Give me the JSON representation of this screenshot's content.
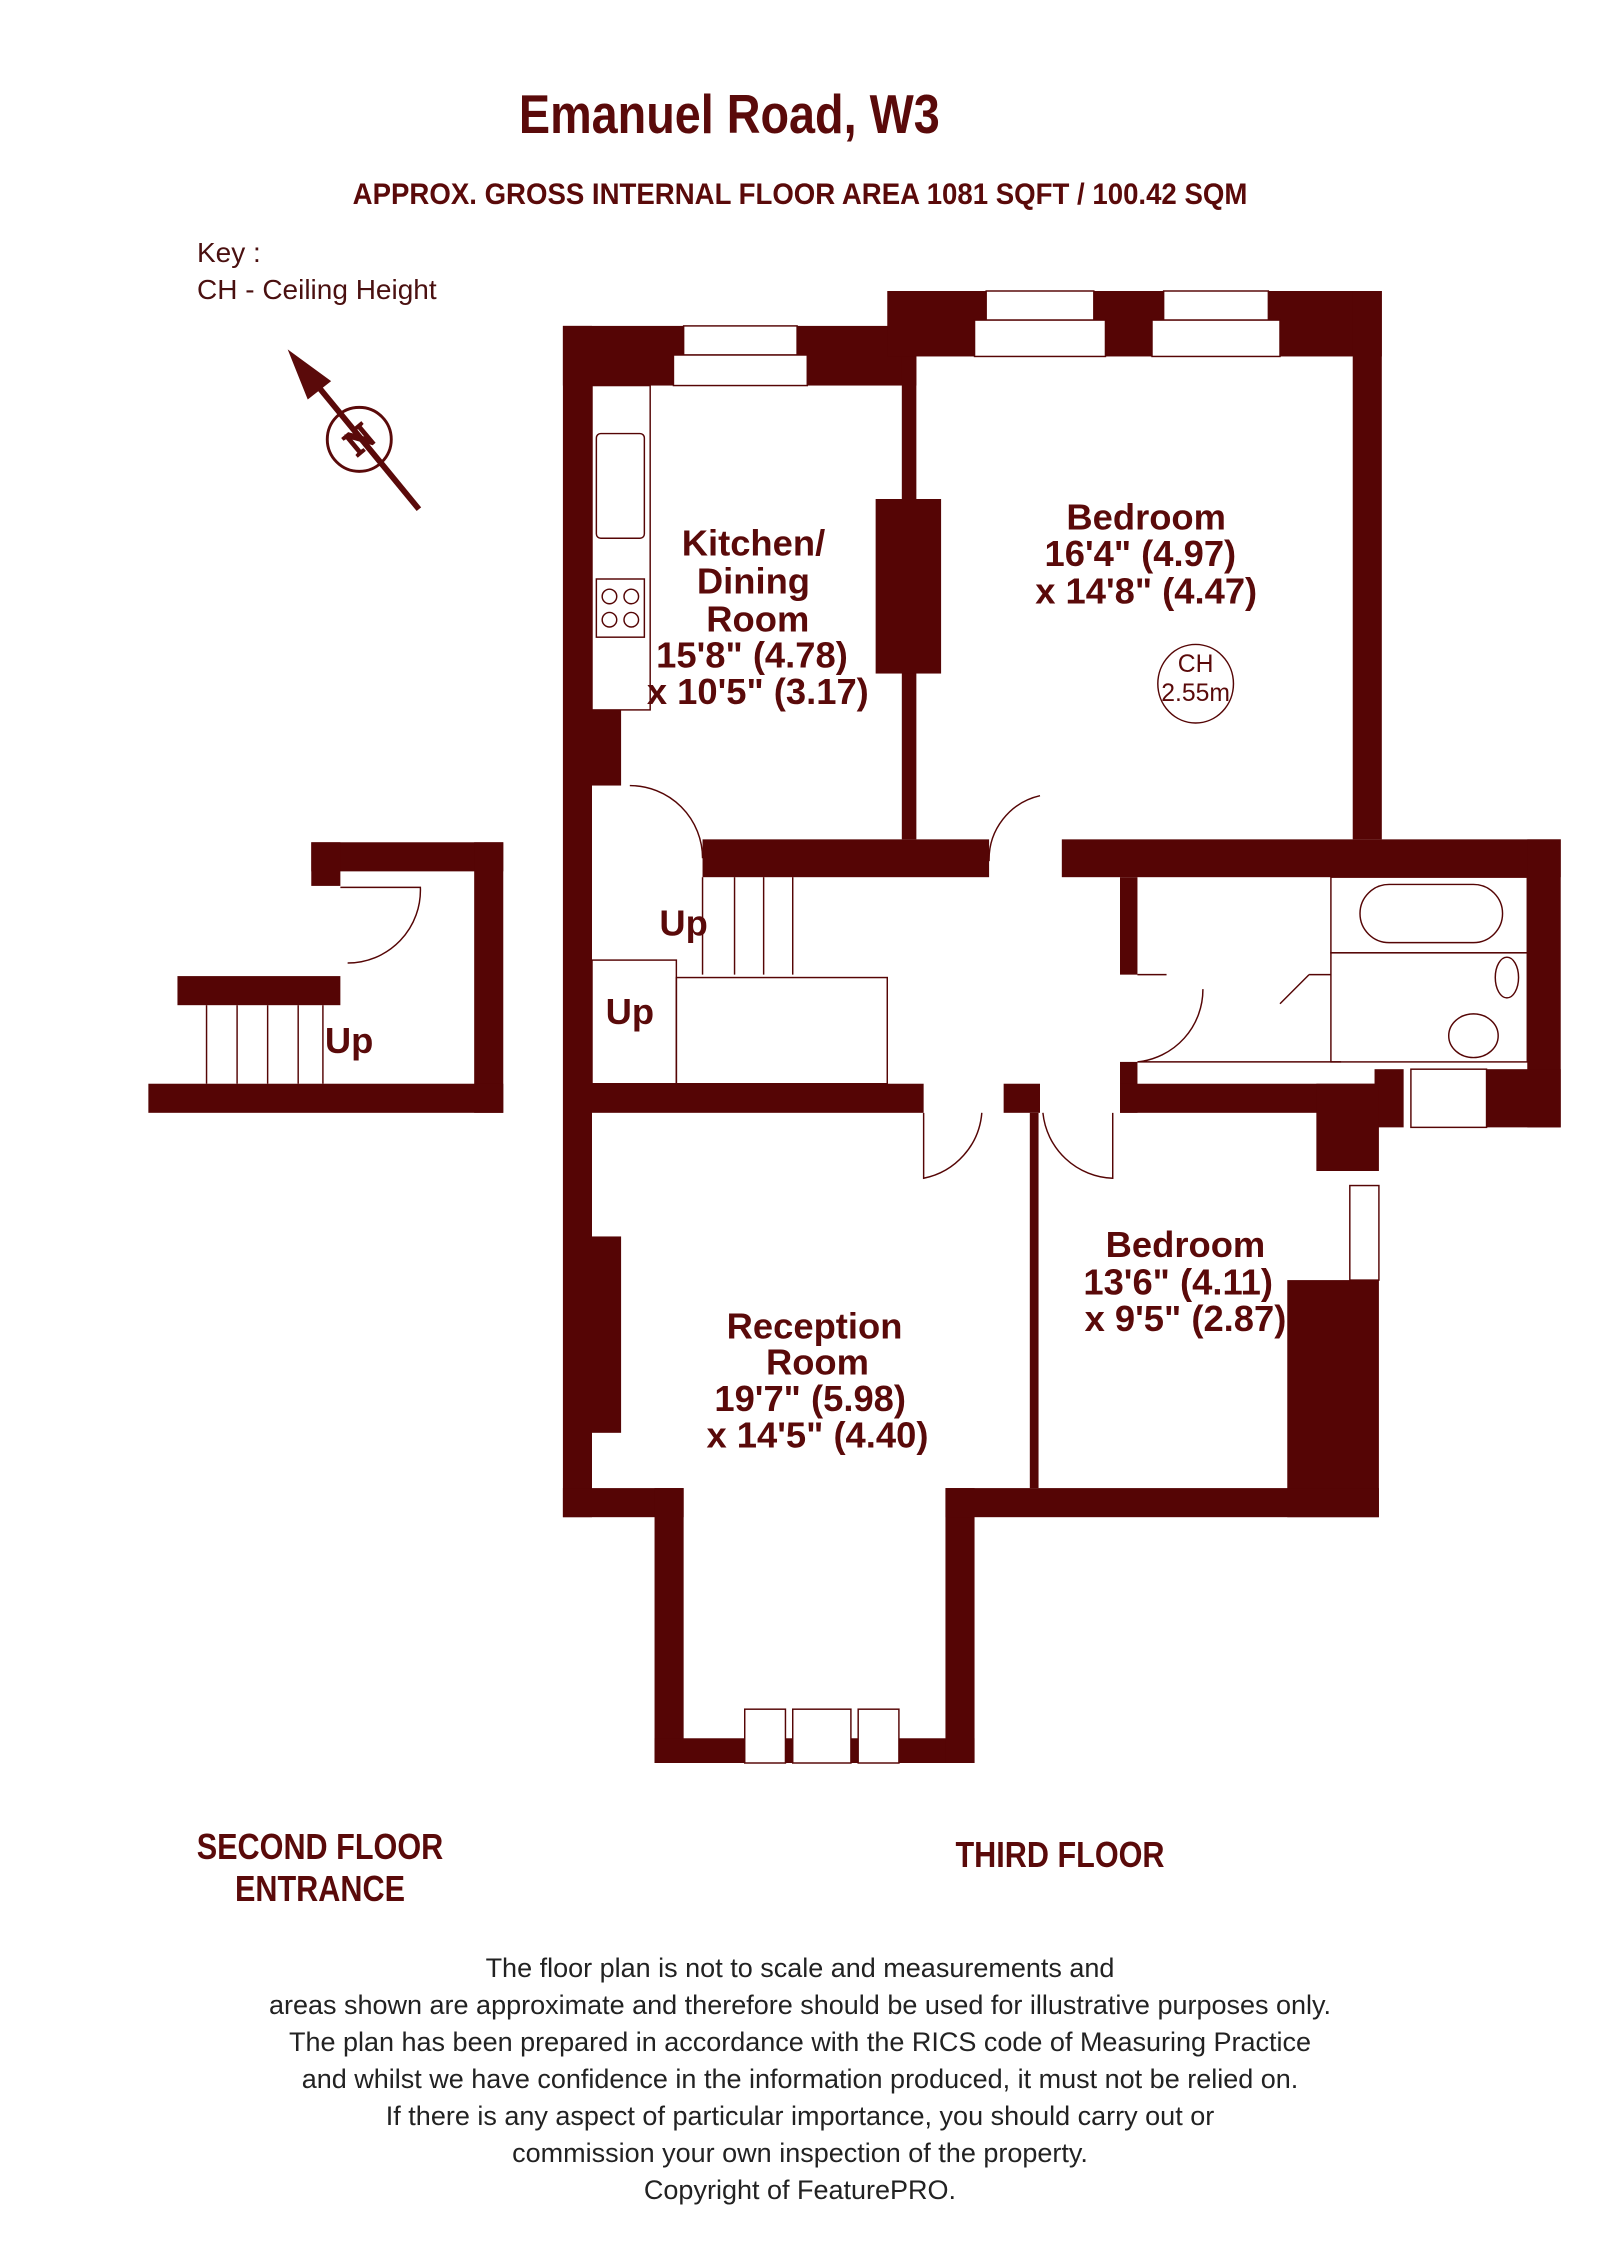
{
  "header": {
    "title": "Emanuel Road, W3",
    "subtitle": "APPROX. GROSS INTERNAL FLOOR AREA 1081 SQFT / 100.42 SQM"
  },
  "key": {
    "line1": "Key :",
    "line2": "CH - Ceiling Height"
  },
  "compass": {
    "label": "N"
  },
  "rooms": [
    {
      "name": "Kitchen/",
      "name2": "Dining",
      "name3": "Room",
      "dim1": "15'8\" (4.78)",
      "dim2": "x 10'5\" (3.17)"
    },
    {
      "name": "Bedroom",
      "dim1": "16'4\" (4.97)",
      "dim2": "x 14'8\" (4.47)"
    },
    {
      "name": "Reception",
      "name2": "Room",
      "dim1": "19'7\" (5.98)",
      "dim2": "x 14'5\" (4.40)"
    },
    {
      "name": "Bedroom",
      "dim1": "13'6\" (4.11)",
      "dim2": "x 9'5\" (2.87)"
    }
  ],
  "ceiling": {
    "label": "CH",
    "value": "2.55m"
  },
  "stairs": {
    "up1": "Up",
    "up2": "Up",
    "up3": "Up"
  },
  "floors": {
    "second_line1": "SECOND FLOOR",
    "second_line2": "ENTRANCE",
    "third": "THIRD FLOOR"
  },
  "disclaimer": [
    "The floor plan is not to scale and measurements and",
    "areas shown are approximate and therefore should be used for illustrative purposes only.",
    "The plan has been prepared in accordance with the RICS code of Measuring Practice",
    "and whilst we have confidence in the information produced, it must not be relied on.",
    "If there is any aspect of particular importance, you should carry out or",
    "commission your own inspection of the property.",
    "Copyright of FeaturePRO."
  ],
  "colors": {
    "wall": "#550505",
    "text": "#5a0a0a"
  }
}
